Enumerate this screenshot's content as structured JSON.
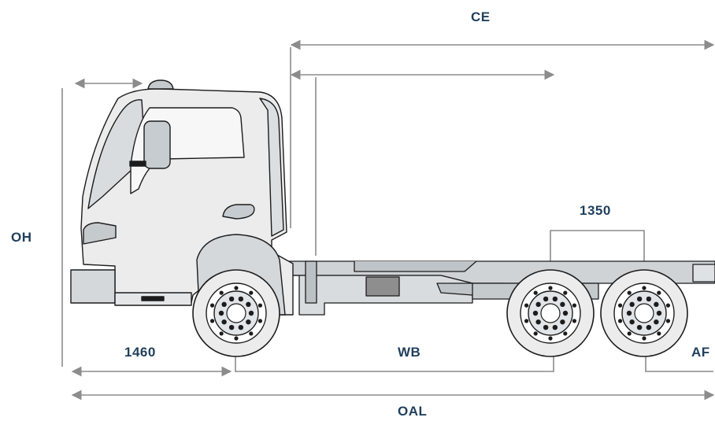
{
  "labels": {
    "ce": "CE",
    "oh": "OH",
    "wheel_spacing": "1350",
    "front_overhang": "1460",
    "wb": "WB",
    "af": "AF",
    "oal": "OAL"
  },
  "colors": {
    "label_text": "#1f3f5c",
    "dimension_line": "#8c8c8c",
    "truck_outline": "#1c1c1c",
    "cab_body": "#ededed",
    "chassis": "#cfd3d6",
    "glass": "#c7ccd0"
  }
}
